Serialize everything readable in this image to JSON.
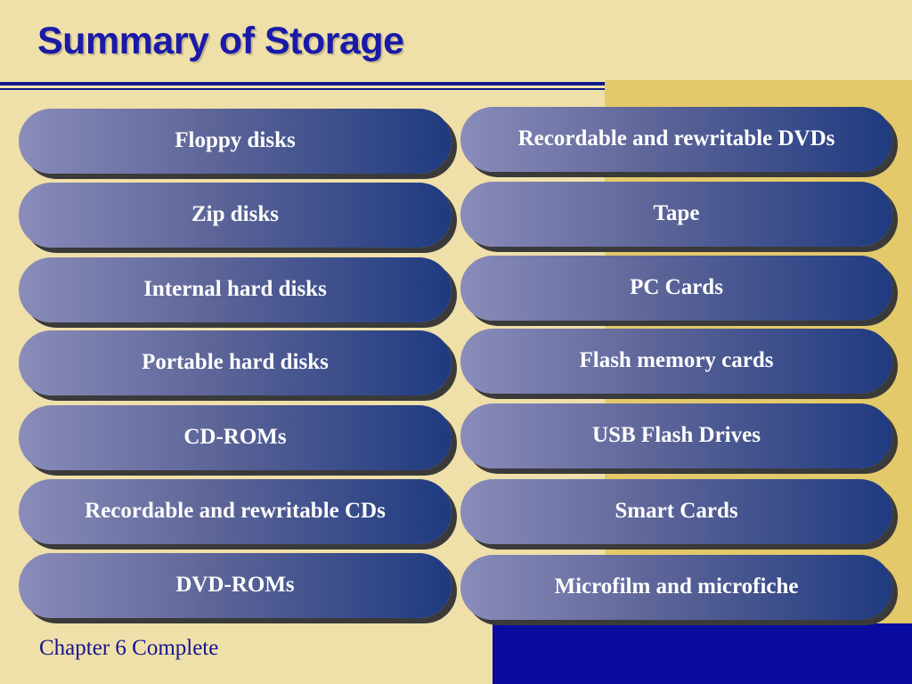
{
  "slide": {
    "title": "Summary of Storage",
    "footer": "Chapter 6 Complete"
  },
  "left_column": [
    "Floppy disks",
    "Zip disks",
    "Internal hard disks",
    "Portable hard disks",
    "CD-ROMs",
    "Recordable and rewritable CDs",
    "DVD-ROMs"
  ],
  "right_column": [
    "Recordable and rewritable DVDs",
    "Tape",
    "PC Cards",
    "Flash memory cards",
    "USB Flash Drives",
    "Smart Cards",
    "Microfilm and microfiche"
  ],
  "colors": {
    "background": "#efe0aa",
    "accent_gold": "#e3c96a",
    "accent_navy": "#0a0ca0",
    "title": "#1a1aa8",
    "pill_start": "#8a8cba",
    "pill_end": "#1f3a80"
  }
}
